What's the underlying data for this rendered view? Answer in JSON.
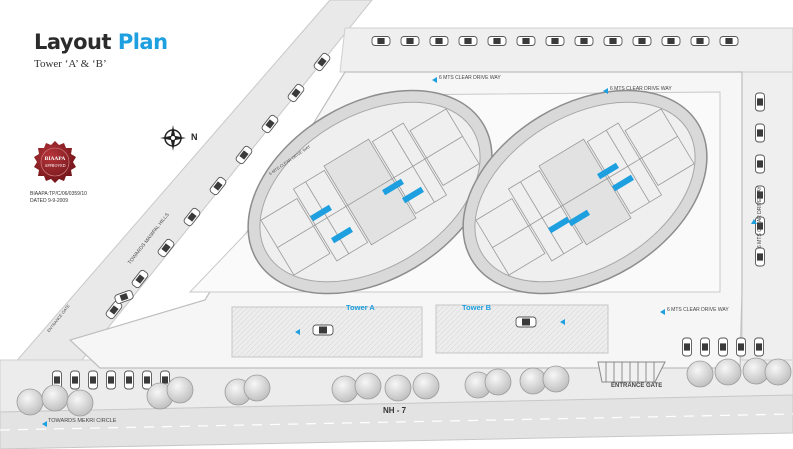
{
  "header": {
    "title_part1": "Layout",
    "title_part2": "Plan",
    "subtitle": "Tower ‘A’ & ‘B’"
  },
  "compass": {
    "north_label": "N",
    "icon": "compass-rose-icon"
  },
  "approval": {
    "seal_text": "BIAAPA APPROVED",
    "line1": "BIAAPA:TP/C/06/0359/10",
    "line2": "DATED 9-9-2009"
  },
  "labels": {
    "drive_top_left": "6 MTS CLEAR DRIVE WAY",
    "drive_top_right": "6 MTS CLEAR DRIVE WAY",
    "drive_right": "6 MTS CLEAR DRIVE WAY",
    "drive_bottom_right": "6 MTS CLEAR DRIVE WAY",
    "drive_tower_a": "6 MTS CLEAR DRIVE WAY",
    "towards_manipal": "TOWARDS MANIPAL HILLS",
    "entrance_gate_left": "ENTRANCE GATE",
    "entrance_gate_right": "ENTRANCE GATE",
    "towards_mekri": "TOWARDS MEKRI CIRCLE",
    "highway": "NH - 7"
  },
  "towers": [
    {
      "name": "Tower A"
    },
    {
      "name": "Tower B"
    }
  ],
  "colors": {
    "accent": "#1d9fe0",
    "road": "#e6e6e6",
    "site": "#f4f4f4",
    "building": "#b9b9b9",
    "seal": "#8e1f24"
  }
}
